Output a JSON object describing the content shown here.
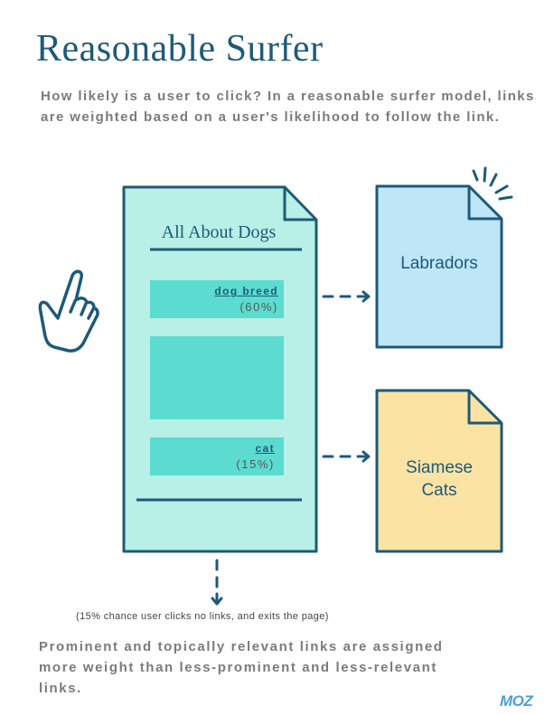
{
  "title": "Reasonable Surfer",
  "intro": "How likely is a user to click? In a reasonable surfer model, links are weighted based on a user's likelihood to follow the link.",
  "main_page": {
    "heading": "All About Dogs",
    "links": [
      {
        "label": "dog breed",
        "probability": "(60%)"
      },
      {
        "label": "cat",
        "probability": "(15%)"
      }
    ]
  },
  "targets": {
    "labradors": "Labradors",
    "siamese_line1": "Siamese",
    "siamese_line2": "Cats"
  },
  "exit_note": "(15% chance user clicks no links, and exits the page)",
  "outro": "Prominent and topically relevant links are assigned more weight than less-prominent and less-relevant links.",
  "brand": "MOZ",
  "colors": {
    "outline": "#1e5a78",
    "main_page_fill": "#b8efe6",
    "link_box_fill": "#5cdcd0",
    "labradors_fill": "#bfe6f7",
    "siamese_fill": "#fbe3a4",
    "text_gray": "#7b7b7b",
    "brand_blue": "#4d9fd6"
  },
  "icons": [
    "pointing-hand-icon",
    "sparkle-icon",
    "arrow-right-icon",
    "arrow-down-icon"
  ]
}
